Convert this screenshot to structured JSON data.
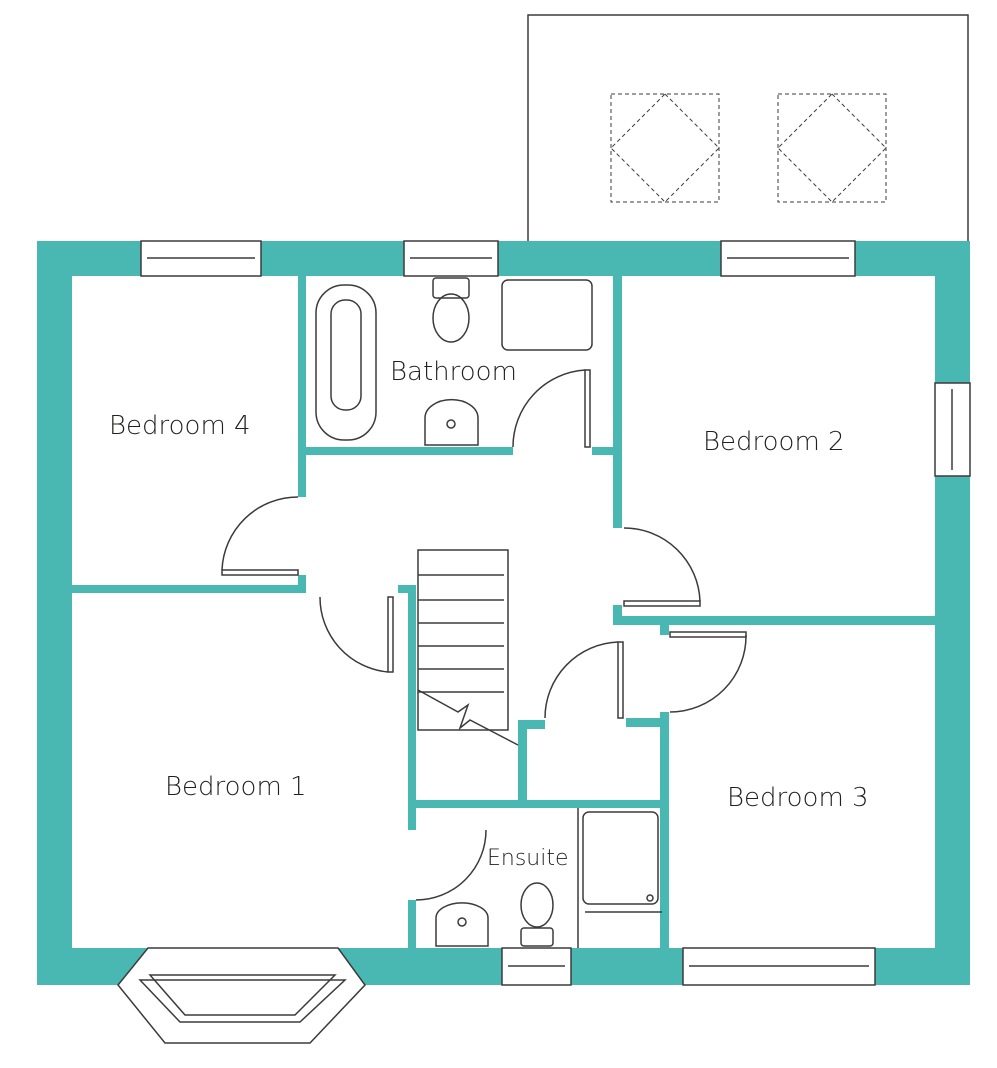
{
  "rooms": {
    "bedroom1": "Bedroom 1",
    "bedroom2": "Bedroom 2",
    "bedroom3": "Bedroom 3",
    "bedroom4": "Bedroom 4",
    "bathroom": "Bathroom",
    "ensuite": "Ensuite"
  },
  "colors": {
    "wall": "#4ab8b2",
    "line": "#3d3a3a"
  }
}
